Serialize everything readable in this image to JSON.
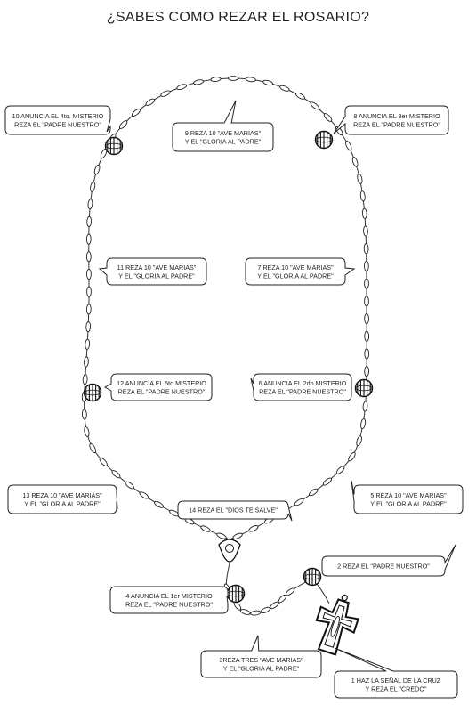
{
  "title": "¿SABES COMO REZAR EL ROSARIO?",
  "steps": [
    {
      "lines": [
        "1 HAZ LA SEÑAL DE LA CRUZ",
        "Y REZA EL \"CREDO\""
      ]
    },
    {
      "lines": [
        "2 REZA EL \"PADRE NUESTRO\""
      ]
    },
    {
      "lines": [
        "3REZA TRES \"AVE MARIAS\"",
        "Y EL \"GLORIA AL PADRE\""
      ]
    },
    {
      "lines": [
        "4 ANUNCIA EL 1er MISTERIO",
        "REZA EL \"PADRE NUESTRO\""
      ]
    },
    {
      "lines": [
        "5 REZA 10 \"AVE MARIAS\"",
        "Y EL \"GLORIA AL PADRE\""
      ]
    },
    {
      "lines": [
        "6 ANUNCIA EL 2do MISTERIO",
        "REZA EL \"PADRE NUESTRO\""
      ]
    },
    {
      "lines": [
        "7 REZA 10 \"AVE MARIAS\"",
        "Y EL \"GLORIA AL PADRE\""
      ]
    },
    {
      "lines": [
        "8 ANUNCIA EL 3er MISTERIO",
        "REZA EL \"PADRE NUESTRO\""
      ]
    },
    {
      "lines": [
        "9 REZA 10 \"AVE MARIAS\"",
        "Y EL \"GLORIA AL PADRE\""
      ]
    },
    {
      "lines": [
        "10 ANUNCIA EL 4to. MISTERIO",
        "REZA EL \"PADRE NUESTRO\""
      ]
    },
    {
      "lines": [
        "11 REZA 10 \"AVE MARIAS\"",
        "Y EL \"GLORIA AL PADRE\""
      ]
    },
    {
      "lines": [
        "12 ANUNCIA EL 5to MISTERIO",
        "REZA EL \"PADRE NUESTRO\""
      ]
    },
    {
      "lines": [
        "13 REZA 10 \"AVE MARIAS\"",
        "Y EL \"GLORIA AL PADRE\""
      ]
    },
    {
      "lines": [
        "14 REZA EL \"DIOS TE SALVE\""
      ]
    }
  ]
}
